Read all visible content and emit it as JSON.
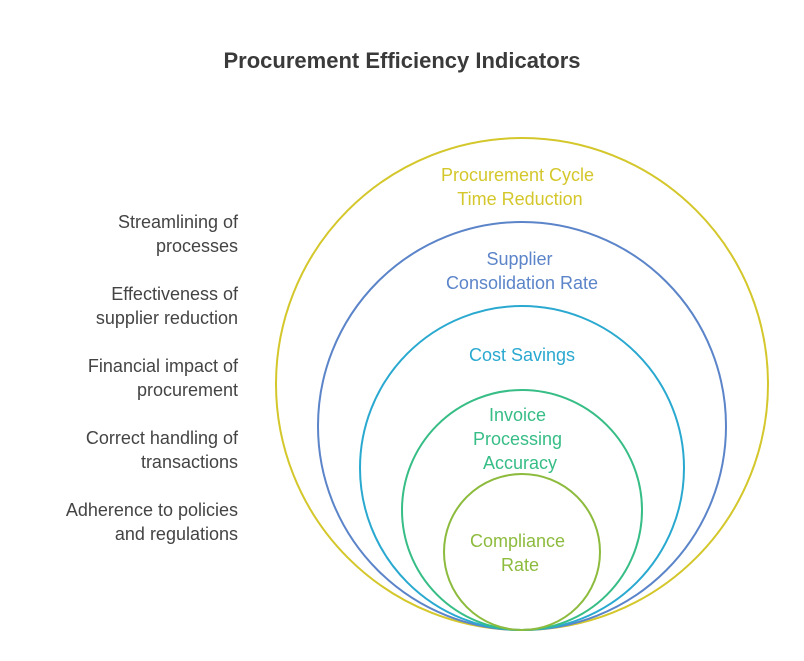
{
  "title": "Procurement Efficiency Indicators",
  "indicators": [
    {
      "label_lines": [
        "Procurement Cycle",
        "Time Reduction"
      ],
      "color": "#d4c72b",
      "description_lines": [
        "Streamlining of",
        "processes"
      ]
    },
    {
      "label_lines": [
        "Supplier",
        "Consolidation Rate"
      ],
      "color": "#5b84c9",
      "description_lines": [
        "Effectiveness of",
        "supplier reduction"
      ]
    },
    {
      "label_lines": [
        "Cost Savings"
      ],
      "color": "#2aa9d0",
      "description_lines": [
        "Financial impact of",
        "procurement"
      ]
    },
    {
      "label_lines": [
        "Invoice",
        "Processing",
        "Accuracy"
      ],
      "color": "#37bd86",
      "description_lines": [
        "Correct handling of",
        "transactions"
      ]
    },
    {
      "label_lines": [
        "Compliance",
        "Rate"
      ],
      "color": "#8dbb3e",
      "description_lines": [
        "Adherence to policies",
        "and regulations"
      ]
    }
  ]
}
